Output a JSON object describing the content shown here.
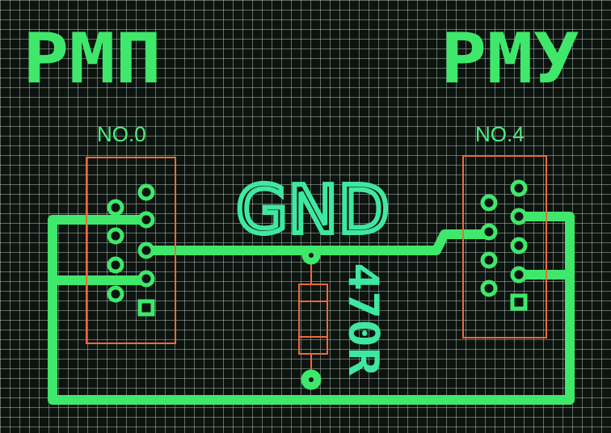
{
  "labels": {
    "top_left": "PMП",
    "top_right": "PMУ",
    "left_connector": "NO.0",
    "right_connector": "NO.4",
    "net": "GND",
    "resistor_value": "470R"
  },
  "colors": {
    "trace": "#3fe86a",
    "silkscreen": "#ef6a3a",
    "grid": "#c8d7cd"
  }
}
